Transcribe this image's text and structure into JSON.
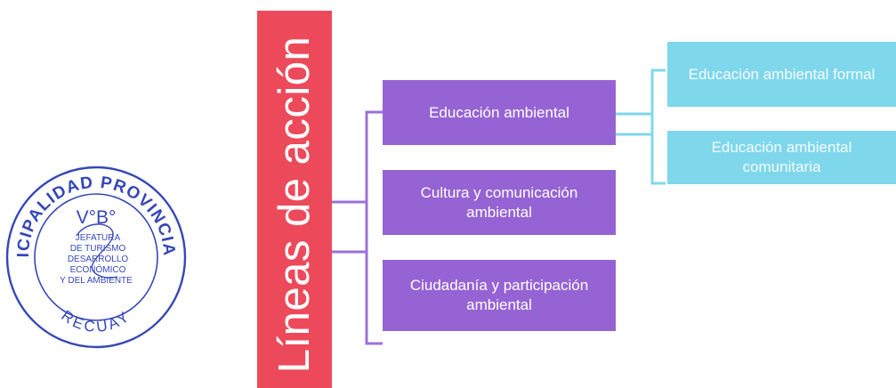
{
  "title": "Líneas de acción",
  "stamp": {
    "ring_text": "MUNICIPALIDAD PROVINCIAL DE",
    "bottom_text": "RECUAY",
    "vb": "V°B°",
    "inner_lines": [
      "JEFATURA",
      "DE TURISMO",
      "DESARROLLO",
      "ECONÓMICO",
      "Y DEL AMBIENTE"
    ]
  },
  "lines": [
    {
      "label": "Educación ambiental",
      "children": [
        "Educación ambiental formal",
        "Educación ambiental comunitaria"
      ]
    },
    {
      "label": "Cultura y comunicación ambiental"
    },
    {
      "label": "Ciudadanía y participación ambiental"
    }
  ],
  "colors": {
    "title_bar": "#ec4a5a",
    "level1_box": "#9563d4",
    "level2_box": "#7fd7ec",
    "level1_connector": "#9b72d8",
    "level2_connector": "#7fd7ec",
    "stamp_ink": "#3547b8"
  }
}
